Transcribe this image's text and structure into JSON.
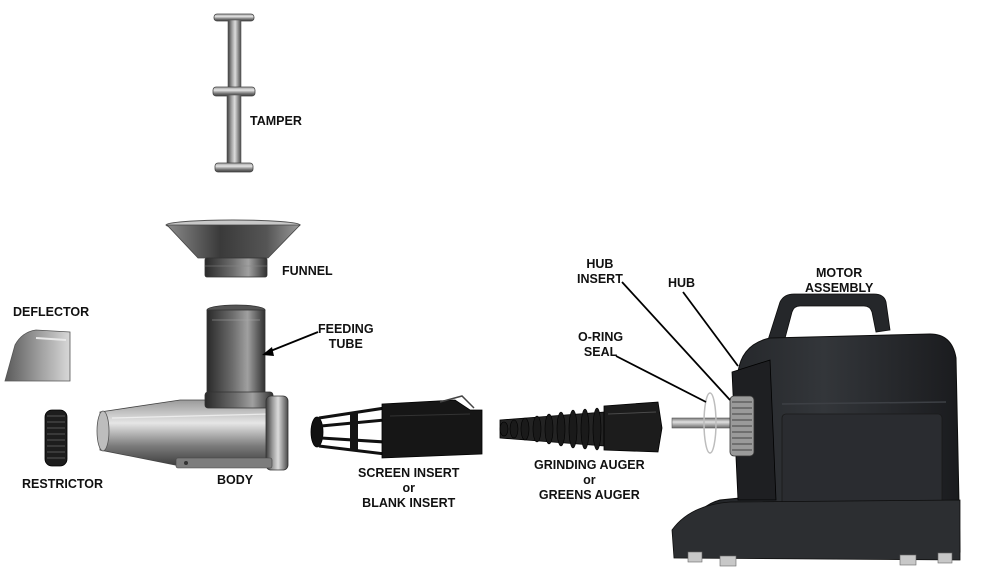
{
  "labels": {
    "tamper": "TAMPER",
    "funnel": "FUNNEL",
    "deflector": "DEFLECTOR",
    "feeding_tube_1": "FEEDING",
    "feeding_tube_2": "TUBE",
    "restrictor": "RESTRICTOR",
    "body": "BODY",
    "screen_insert": "SCREEN INSERT",
    "screen_or": "or",
    "blank_insert": "BLANK INSERT",
    "grinding_auger": "GRINDING AUGER",
    "auger_or": "or",
    "greens_auger": "GREENS AUGER",
    "hub_insert_1": "HUB",
    "hub_insert_2": "INSERT",
    "hub": "HUB",
    "oring_1": "O-RING",
    "oring_2": "SEAL",
    "motor_1": "MOTOR",
    "motor_2": "ASSEMBLY"
  },
  "colors": {
    "label_text": "#111111",
    "metal_dark": "#3a3a3a",
    "metal_mid": "#6f6f6f",
    "metal_light": "#b8b8b8",
    "plastic_black": "#161616",
    "motor_body": "#2b2d30"
  }
}
